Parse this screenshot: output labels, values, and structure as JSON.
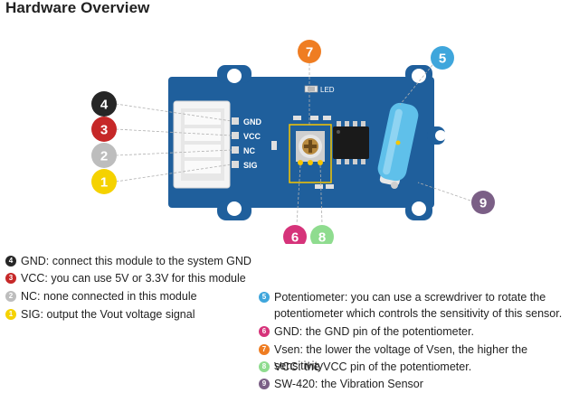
{
  "title": "Hardware Overview",
  "board": {
    "led_label": "LED",
    "pins": [
      "GND",
      "VCC",
      "NC",
      "SIG"
    ]
  },
  "markers": [
    {
      "id": "4",
      "color": "#262626"
    },
    {
      "id": "3",
      "color": "#c62828"
    },
    {
      "id": "2",
      "color": "#bdbdbd"
    },
    {
      "id": "1",
      "color": "#f5d200"
    },
    {
      "id": "7",
      "color": "#ef7d22"
    },
    {
      "id": "5",
      "color": "#3fa6dc"
    },
    {
      "id": "6",
      "color": "#d6337a"
    },
    {
      "id": "8",
      "color": "#8fdc8f"
    },
    {
      "id": "9",
      "color": "#7b5f86"
    }
  ],
  "legend_left": [
    {
      "num": "4",
      "color": "#262626",
      "text": "GND: connect this module to the system GND"
    },
    {
      "num": "3",
      "color": "#c62828",
      "text": "VCC: you can use 5V or 3.3V for this module"
    },
    {
      "num": "2",
      "color": "#bdbdbd",
      "text": "NC: none connected in this module"
    },
    {
      "num": "1",
      "color": "#f5d200",
      "text": "SIG: output the Vout voltage signal"
    }
  ],
  "legend_right": [
    {
      "num": "5",
      "color": "#3fa6dc",
      "text": "Potentiometer: you can use a screwdriver to rotate the potentiometer which controls the sensitivity of this sensor."
    },
    {
      "num": "6",
      "color": "#d6337a",
      "text": "GND: the GND pin of the potentiometer."
    },
    {
      "num": "7",
      "color": "#ef7d22",
      "text": "Vsen: the lower the voltage of Vsen, the higher the sensitivity"
    },
    {
      "num": "8",
      "color": "#8fdc8f",
      "text": "VCC: the VCC pin of the potentiometer."
    },
    {
      "num": "9",
      "color": "#7b5f86",
      "text": "SW-420: the Vibration Sensor"
    }
  ]
}
